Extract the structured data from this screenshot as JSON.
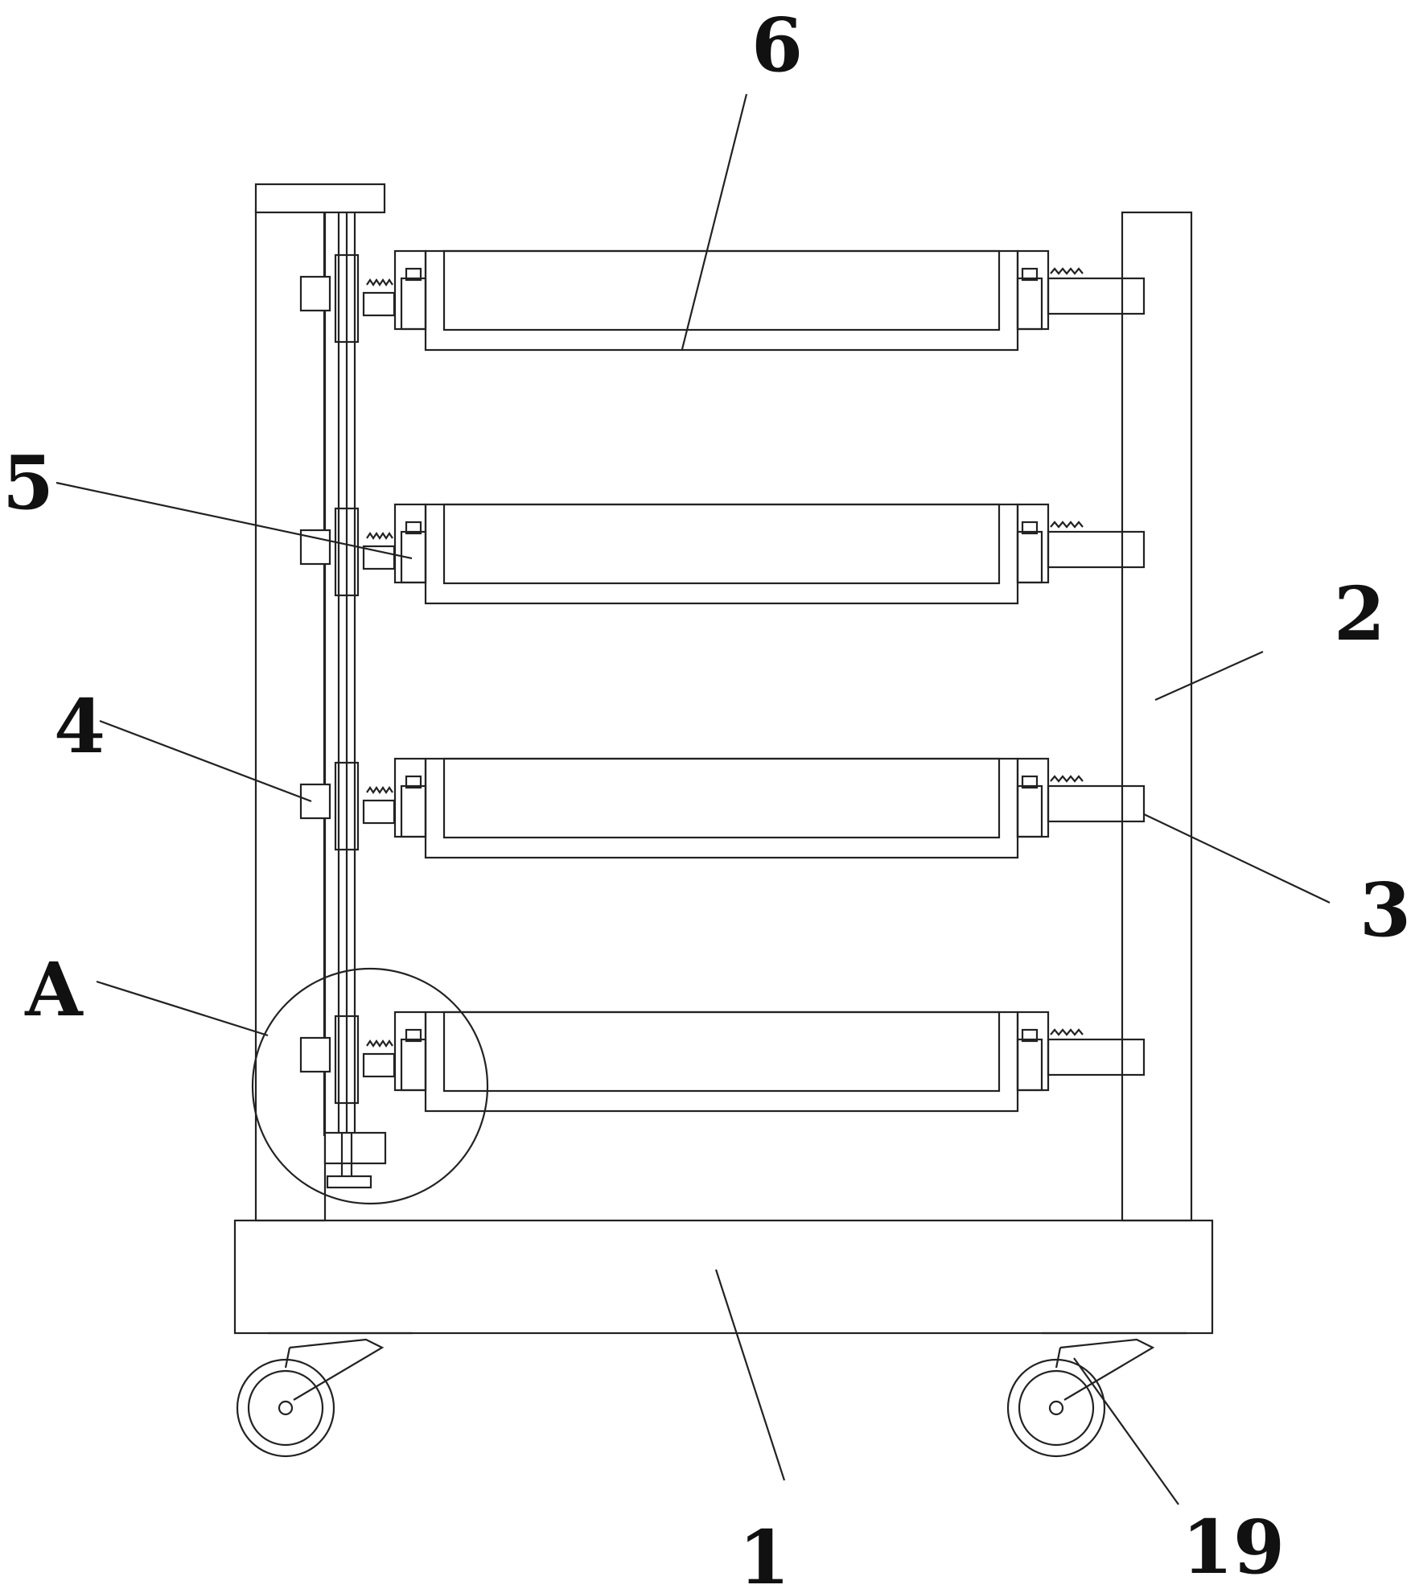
{
  "figure": {
    "labels": {
      "label_1": "1",
      "label_2": "2",
      "label_3": "3",
      "label_4": "4",
      "label_5": "5",
      "label_6": "6",
      "label_19": "19",
      "label_A": "A"
    },
    "shelf_count": 4,
    "line_color": "#222222",
    "background": "#ffffff"
  }
}
